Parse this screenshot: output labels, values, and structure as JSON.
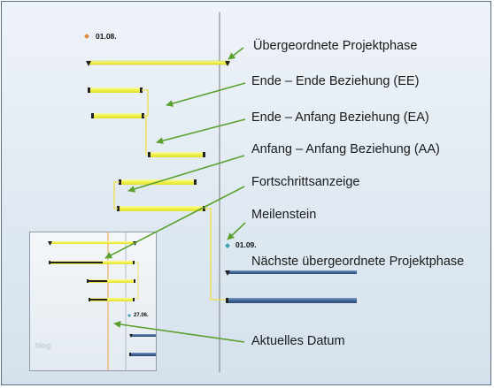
{
  "labels": {
    "parent_phase": "Übergeordnete Projektphase",
    "end_end": "Ende – Ende Beziehung (EE)",
    "end_start": "Ende – Anfang Beziehung (EA)",
    "start_start": "Anfang – Anfang Beziehung (AA)",
    "progress": "Fortschrittsanzeige",
    "milestone": "Meilenstein",
    "next_parent_phase": "Nächste übergeordnete Projektphase",
    "current_date": "Aktuelles Datum"
  },
  "dates": {
    "top_marker": "01.08.",
    "milestone": "01.09.",
    "inset_marker": "27.06."
  },
  "watermark": "blog",
  "colors": {
    "task_bar": "#f2f25a",
    "parent_bar": "#3f6595",
    "progress": "#222222",
    "today_line": "#f2a03a",
    "arrow": "#5aa02c",
    "milestone": "#3ea6b5"
  }
}
